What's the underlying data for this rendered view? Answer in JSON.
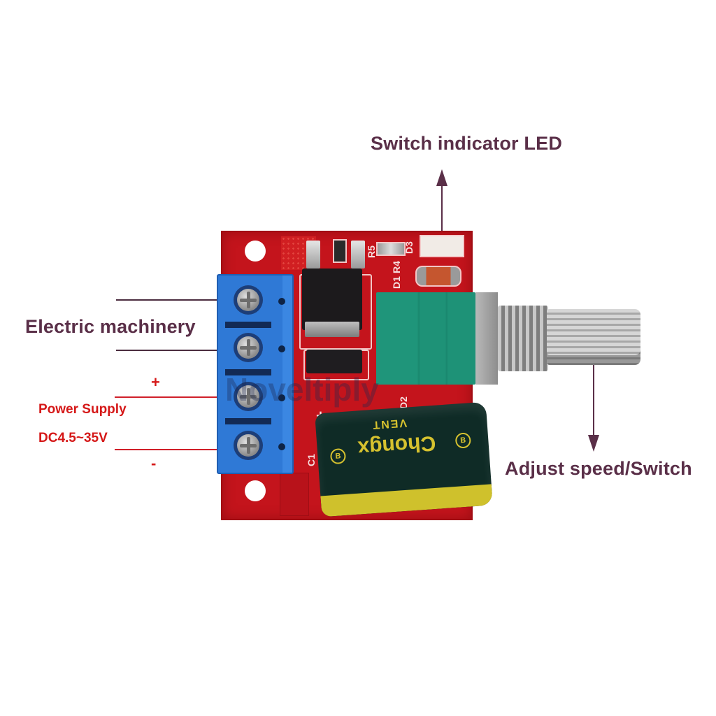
{
  "labels": {
    "switch_led": "Switch indicator LED",
    "motor": "Electric machinery",
    "power_plus": "+",
    "power_supply": "Power Supply",
    "voltage": "DC4.5~35V",
    "power_minus": "-",
    "adjust": "Adjust speed/Switch"
  },
  "board": {
    "silkscreen": {
      "r5": "R5",
      "d3": "D3",
      "r4": "R4",
      "d1": "D1",
      "d2": "D2",
      "c1": "C1",
      "plus": "+"
    },
    "capacitor": {
      "brand": "Chongx",
      "vent": "VENT",
      "mark": "B"
    },
    "watermark": "Noveltiply"
  },
  "colors": {
    "label_dark": "#5a2f48",
    "label_red": "#d51818",
    "pcb": "#c4141c",
    "terminal": "#2f79d6",
    "pot": "#1e9277",
    "capacitor": "#0f2b26",
    "cap_stripe": "#cfc12c"
  }
}
